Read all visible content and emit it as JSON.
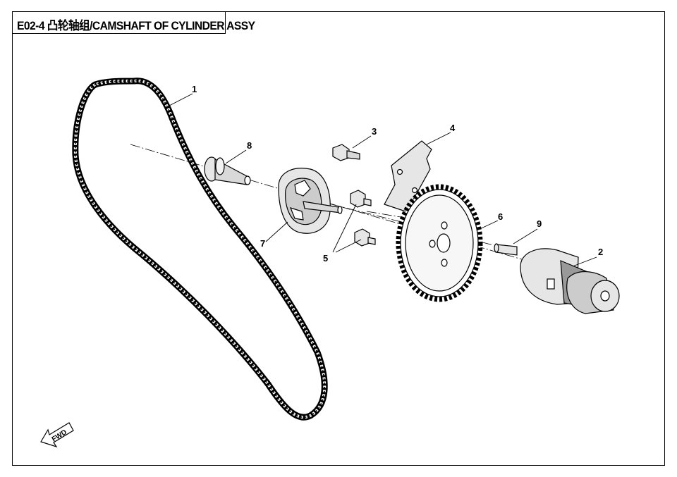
{
  "title": "E02-4 凸轮轴组/CAMSHAFT OF CYLINDER ASSY",
  "callouts": [
    "1",
    "2",
    "3",
    "4",
    "5",
    "6",
    "7",
    "8",
    "9"
  ],
  "direction_label": "FWD",
  "colors": {
    "line": "#000000",
    "background": "#ffffff",
    "part_fill": "#e6e6e6",
    "shade": "#999999"
  }
}
